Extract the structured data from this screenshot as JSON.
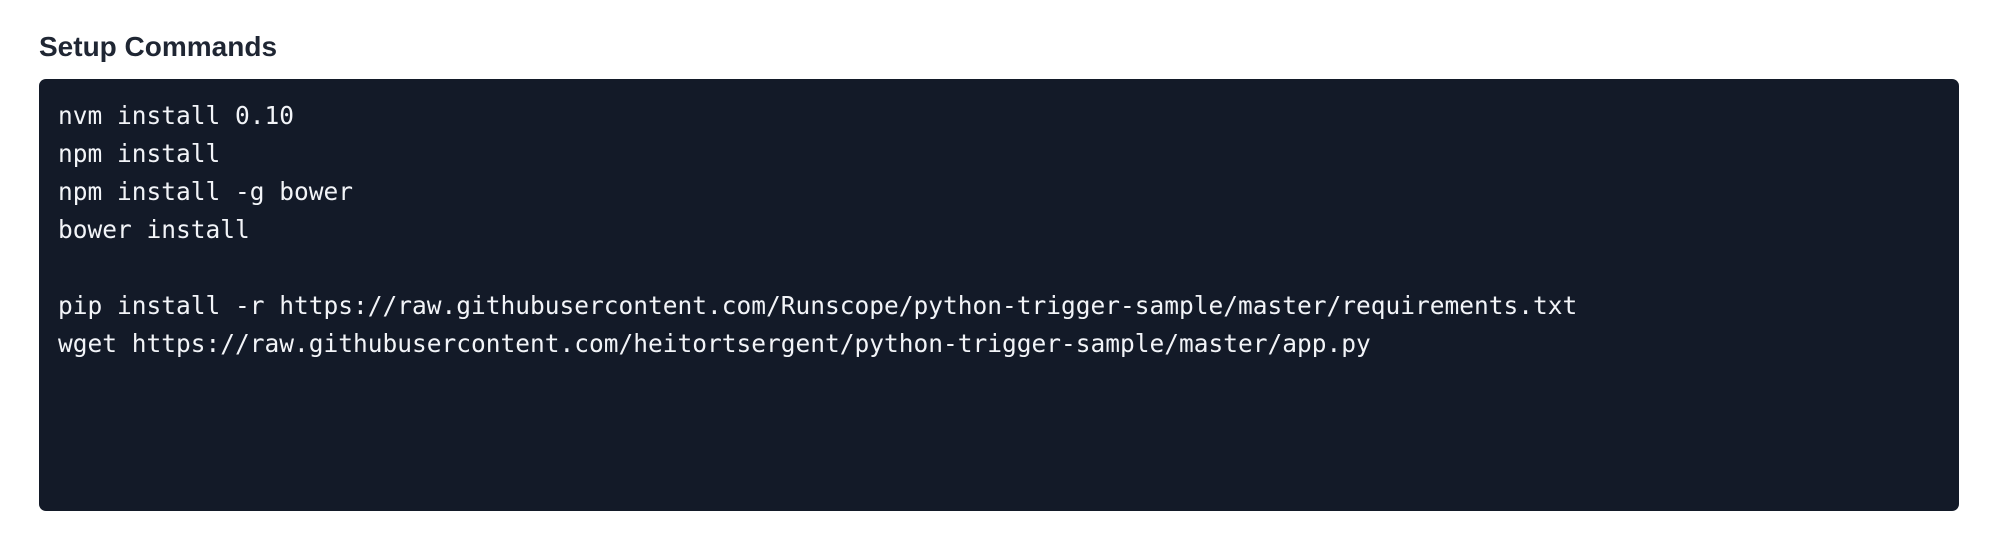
{
  "section": {
    "title": "Setup Commands"
  },
  "code": {
    "lines": [
      "nvm install 0.10",
      "npm install",
      "npm install -g bower",
      "bower install",
      "",
      "pip install -r https://raw.githubusercontent.com/Runscope/python-trigger-sample/master/requirements.txt",
      "wget https://raw.githubusercontent.com/heitortsergent/python-trigger-sample/master/app.py"
    ]
  },
  "colors": {
    "editor_background": "#131a28",
    "code_text": "#f2f4f8",
    "title_text": "#1f2633"
  }
}
